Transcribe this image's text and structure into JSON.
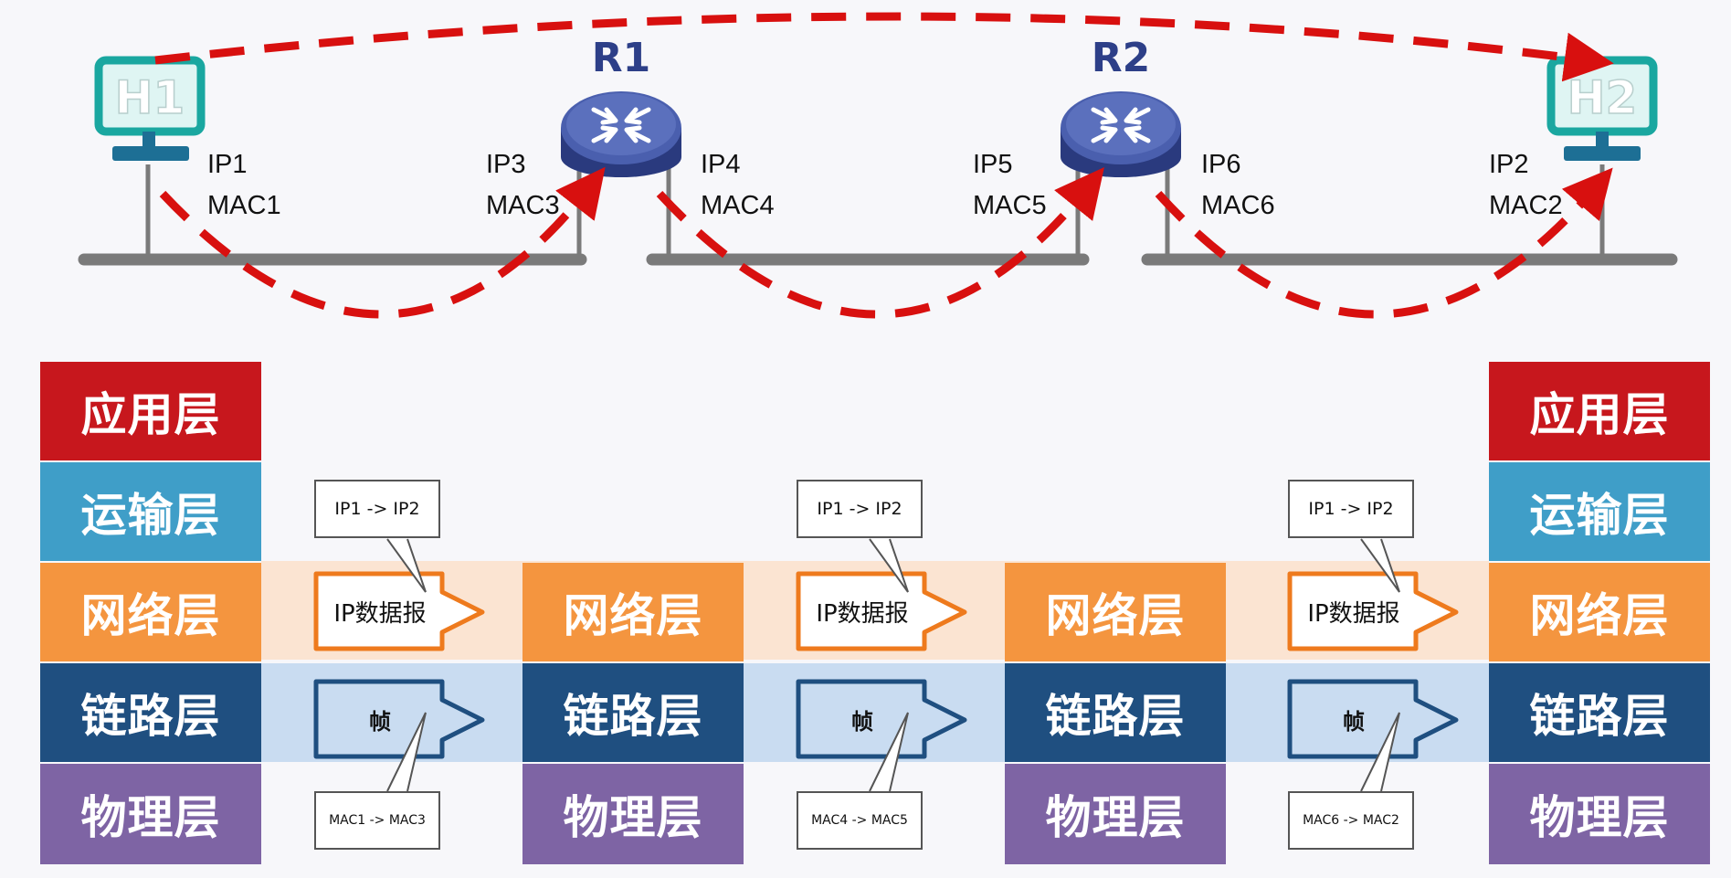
{
  "hosts": {
    "h1": "H1",
    "h2": "H2"
  },
  "routers": {
    "r1": "R1",
    "r2": "R2"
  },
  "addresses": {
    "h1_ip": "IP1",
    "h1_mac": "MAC1",
    "r1_left_ip": "IP3",
    "r1_left_mac": "MAC3",
    "r1_right_ip": "IP4",
    "r1_right_mac": "MAC4",
    "r2_left_ip": "IP5",
    "r2_left_mac": "MAC5",
    "r2_right_ip": "IP6",
    "r2_right_mac": "MAC6",
    "h2_ip": "IP2",
    "h2_mac": "MAC2"
  },
  "layers": {
    "application": "应用层",
    "transport": "运输层",
    "network": "网络层",
    "link": "链路层",
    "physical": "物理层"
  },
  "hops": [
    {
      "ip_callout": "IP1 -> IP2",
      "datagram": "IP数据报",
      "frame": "帧",
      "mac_callout": "MAC1 -> MAC3"
    },
    {
      "ip_callout": "IP1 -> IP2",
      "datagram": "IP数据报",
      "frame": "帧",
      "mac_callout": "MAC4 -> MAC5"
    },
    {
      "ip_callout": "IP1 -> IP2",
      "datagram": "IP数据报",
      "frame": "帧",
      "mac_callout": "MAC6 -> MAC2"
    }
  ],
  "colors": {
    "dashed_path": "#d8100f",
    "network_band": "#fbe4d2",
    "link_band": "#c9dcf1",
    "datagram_arrow": "#ee7a1d",
    "frame_arrow": "#1f4f80",
    "router": "#3d4f9e",
    "host": "#1aa7a0"
  }
}
